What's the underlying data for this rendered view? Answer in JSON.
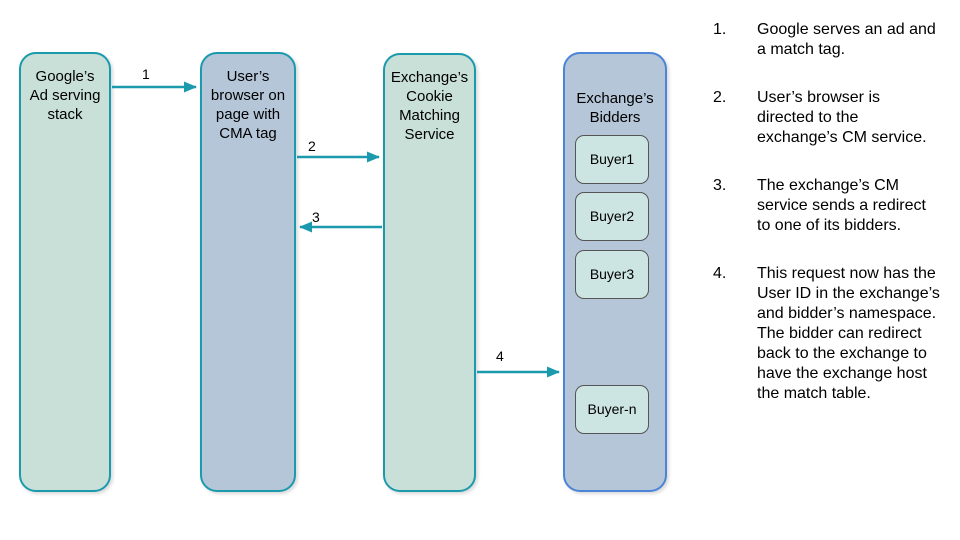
{
  "diagram": {
    "nodes": {
      "google": {
        "label": "Google’s\nAd serving\nstack"
      },
      "browser": {
        "label": "User’s\nbrowser on\npage with\nCMA tag"
      },
      "cm_service": {
        "label": "Exchange’s\nCookie\nMatching\nService"
      },
      "bidders": {
        "label": "Exchange’s\nBidders",
        "buyers": [
          "Buyer1",
          "Buyer2",
          "Buyer3",
          "Buyer-n"
        ]
      }
    },
    "arrows": [
      {
        "label": "1",
        "from": "google",
        "to": "browser"
      },
      {
        "label": "2",
        "from": "browser",
        "to": "cm_service"
      },
      {
        "label": "3",
        "from": "cm_service",
        "to": "browser"
      },
      {
        "label": "4",
        "from": "cm_service",
        "to": "bidders"
      }
    ],
    "colors": {
      "teal_accent": "#1b9aae",
      "bidders_border_blue": "#4a85d8",
      "green_fill": "#c9e0d9",
      "blue_fill": "#b4c6d8",
      "buyer_fill": "#cde5e2",
      "buyer_border": "#555555"
    }
  },
  "steps": [
    {
      "number": "1.",
      "text": "Google serves an ad and a match tag."
    },
    {
      "number": "2.",
      "text": "User’s browser is directed to the exchange’s CM service."
    },
    {
      "number": "3.",
      "text": "The exchange’s CM service sends a redirect to one of its bidders."
    },
    {
      "number": "4.",
      "text": "This request now has the User ID in the exchange’s and bidder’s namespace. The bidder can redirect back to the exchange to have the exchange host the match table."
    }
  ]
}
